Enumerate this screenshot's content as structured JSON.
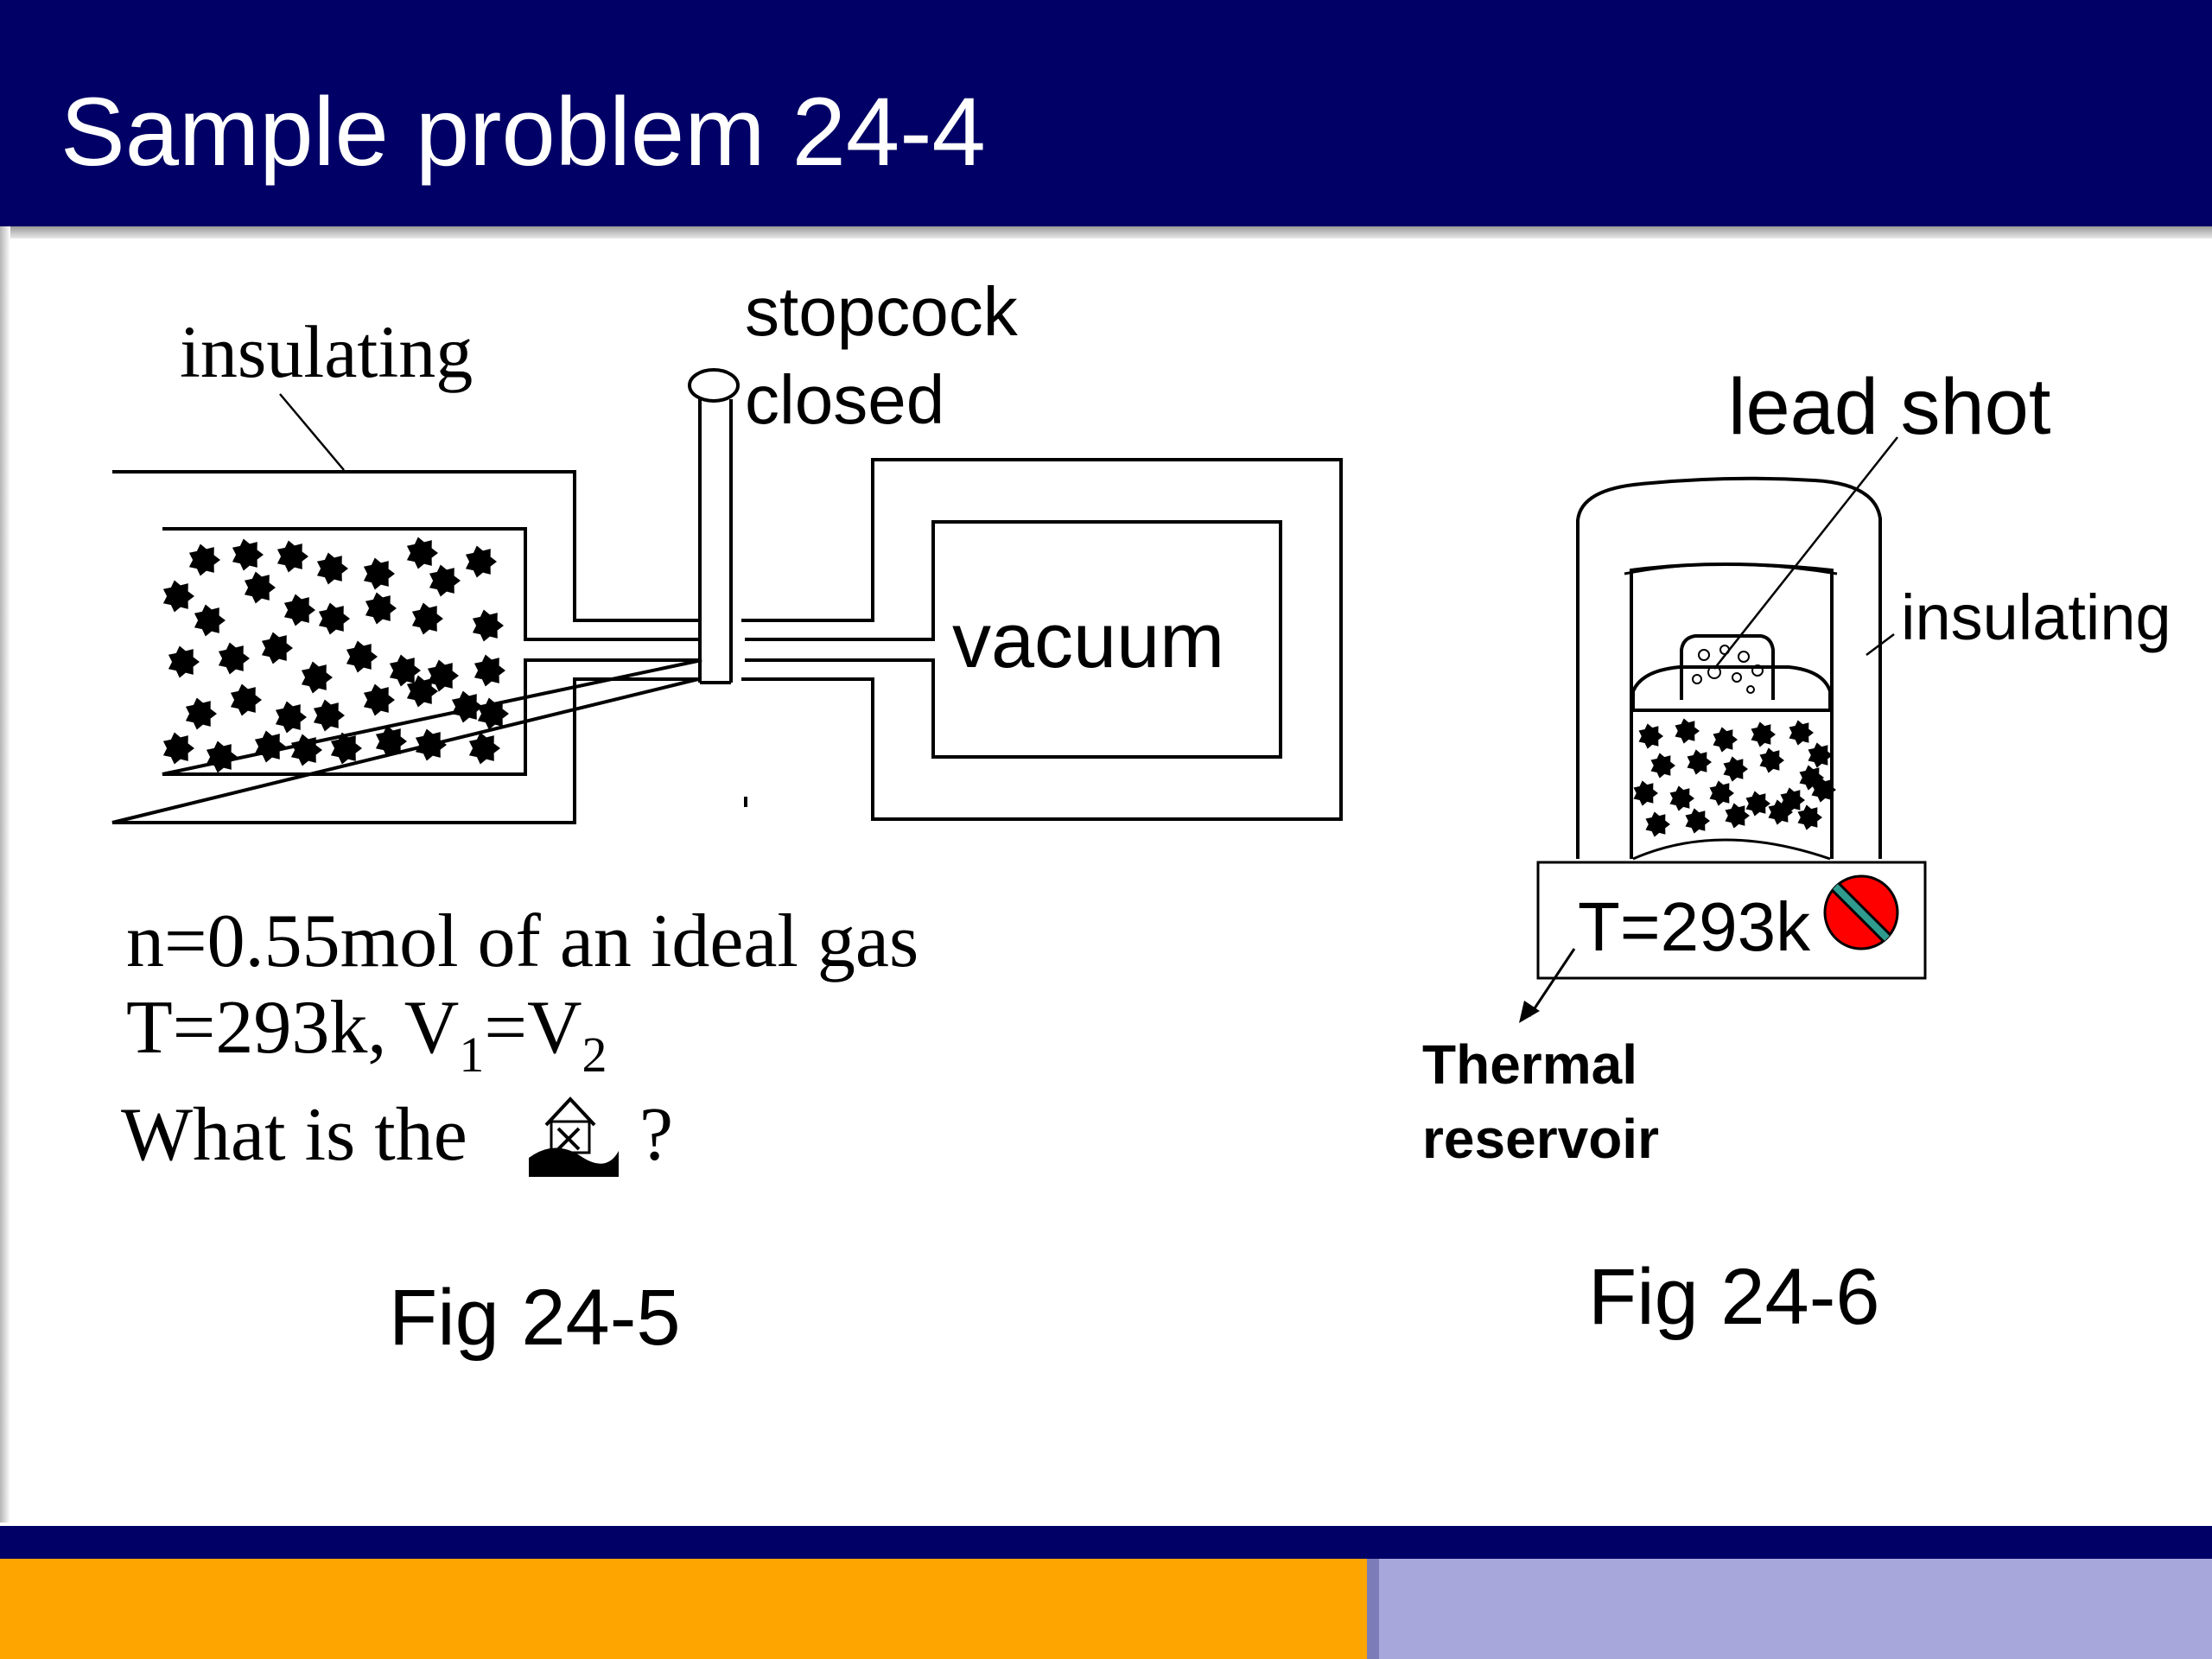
{
  "slide": {
    "title": "Sample problem 24-4"
  },
  "fig5": {
    "label_insulating": "insulating",
    "label_stopcock_line1": "stopcock",
    "label_stopcock_line2": "closed",
    "label_vacuum": "vacuum",
    "caption": "Fig 24-5"
  },
  "problem": {
    "line1": "n=0.55mol of an ideal gas",
    "line2_prefix": "T=293k,  V",
    "line2_sub1": "1",
    "line2_mid": "=V",
    "line2_sub2": "2",
    "line3_prefix": "What is the",
    "line3_suffix": "?"
  },
  "fig6": {
    "label_lead_shot": "lead shot",
    "label_insulating": "insulating",
    "reservoir_temp": "T=293k",
    "label_thermal_line1": "Thermal",
    "label_thermal_line2": "reservoir",
    "caption": "Fig 24-6"
  },
  "colors": {
    "header": "#000066",
    "footer_orange": "#ffa500",
    "footer_violet": "#a7a7dc",
    "valve_red": "#ff0000",
    "valve_stripe": "#2e9b8e"
  },
  "icons": [
    "inline-picture-icon",
    "burner-valve-icon"
  ]
}
